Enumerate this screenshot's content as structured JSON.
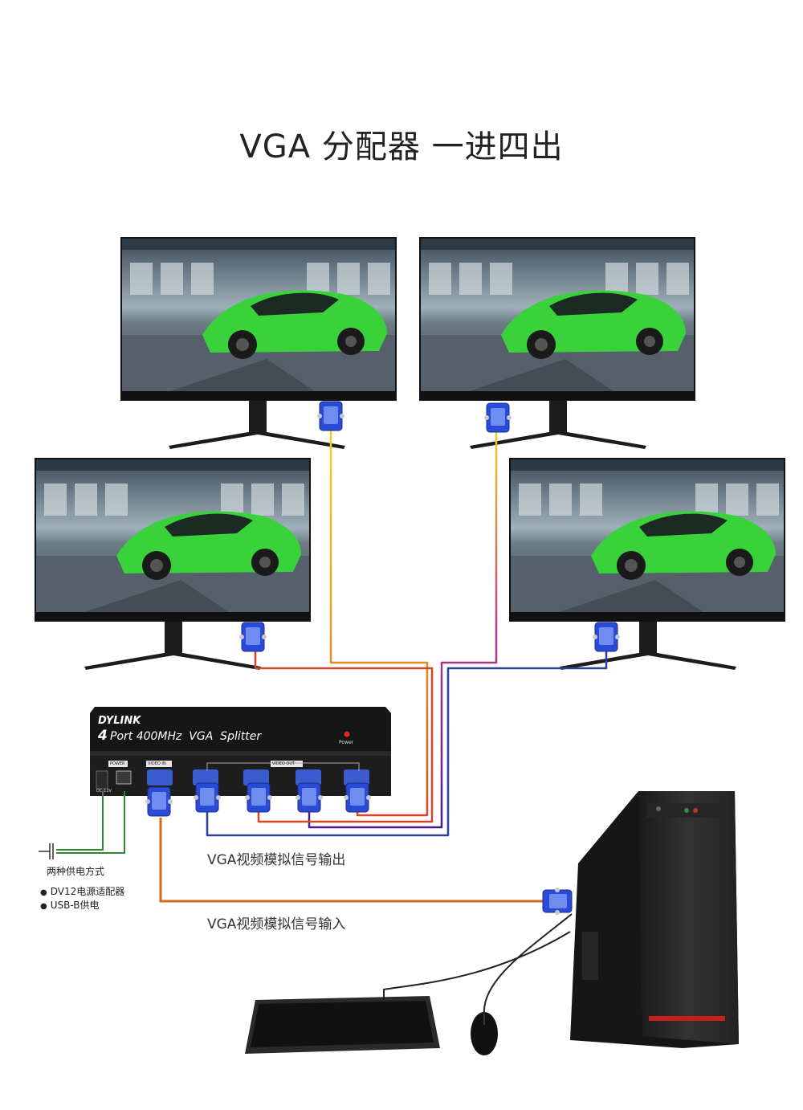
{
  "title": "VGA 分配器 一进四出",
  "device": {
    "brand": "DYLINK",
    "model_number": "4",
    "model_text": "Port 400MHz  VGA  Splitter",
    "power_led_label": "Power",
    "port_power": "POWER",
    "port_video_in": "VIDEO IN",
    "port_video_out": "VIDEO OUT",
    "dc_label": "DC-12V"
  },
  "labels": {
    "output": "VGA视频模拟信号输出",
    "input": "VGA视频模拟信号输入",
    "power_methods": "两种供电方式",
    "power_option_1": "DV12电源适配器",
    "power_option_2": "USB-B供电"
  },
  "colors": {
    "yellow_cable": "#f2d21a",
    "red_cable": "#d6442a",
    "orange_cable": "#e0742a",
    "blue_cable": "#1e3ea8",
    "car_green": "#39d23a",
    "vga_blue": "#2b4bd6"
  }
}
